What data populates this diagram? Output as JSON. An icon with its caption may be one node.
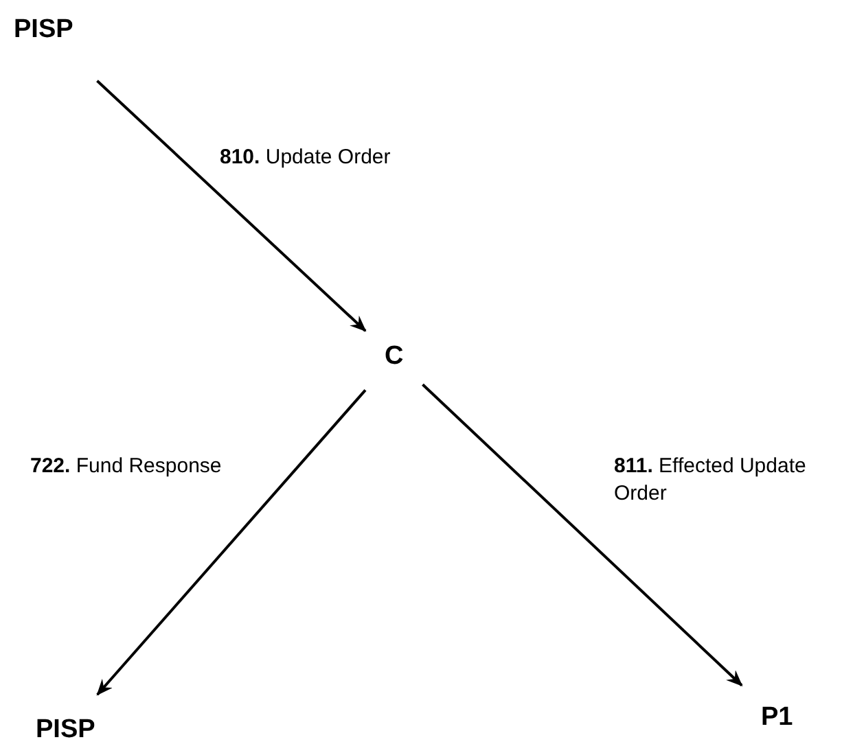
{
  "diagram": {
    "nodes": [
      {
        "text": [
          "PISP"
        ]
      },
      {
        "text": [
          "C"
        ]
      },
      {
        "text": [
          "PISP"
        ]
      },
      {
        "text": [
          "P1"
        ]
      }
    ],
    "edges": [
      {
        "from": 0,
        "to": 1,
        "arrow": "to",
        "label": "**810.** Update Order"
      },
      {
        "from": 1,
        "to": 2,
        "arrow": "to",
        "label": "**722.** Fund Response"
      },
      {
        "from": 1,
        "to": 3,
        "arrow": "to",
        "label": "**811.** Effected Update Order"
      }
    ]
  }
}
